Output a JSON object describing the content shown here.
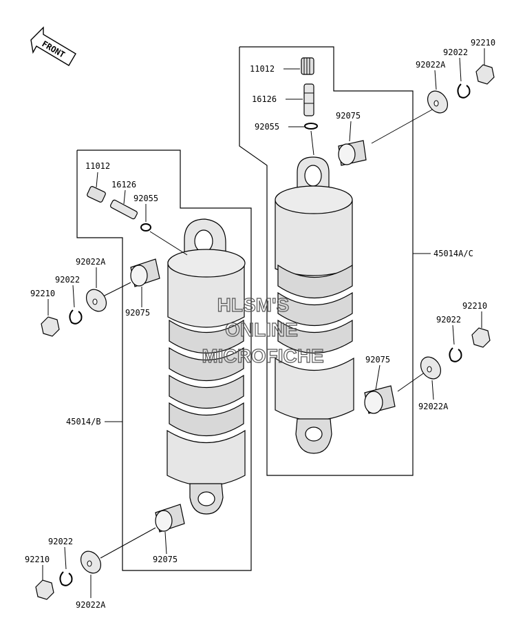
{
  "front_label": "FRONT",
  "watermark": [
    "HLSM'S",
    "ONLINE",
    "MICROFICHE"
  ],
  "left_assembly": {
    "part_number": "45014/B",
    "valve_cap": "11012",
    "valve": "16126",
    "o_ring": "92055",
    "upper_bushing": "92075",
    "upper_washer": "92022A",
    "upper_lock_washer": "92022",
    "upper_nut": "92210",
    "lower_bushing": "92075",
    "lower_washer": "92022A",
    "lower_lock_washer": "92022",
    "lower_nut": "92210"
  },
  "right_assembly": {
    "part_number": "45014A/C",
    "valve_cap": "11012",
    "valve": "16126",
    "o_ring": "92055",
    "upper_bushing": "92075",
    "upper_washer": "92022A",
    "upper_lock_washer": "92022",
    "upper_nut": "92210",
    "lower_bushing": "92075",
    "lower_washer": "92022A",
    "lower_lock_washer": "92022",
    "lower_nut": "92210"
  }
}
